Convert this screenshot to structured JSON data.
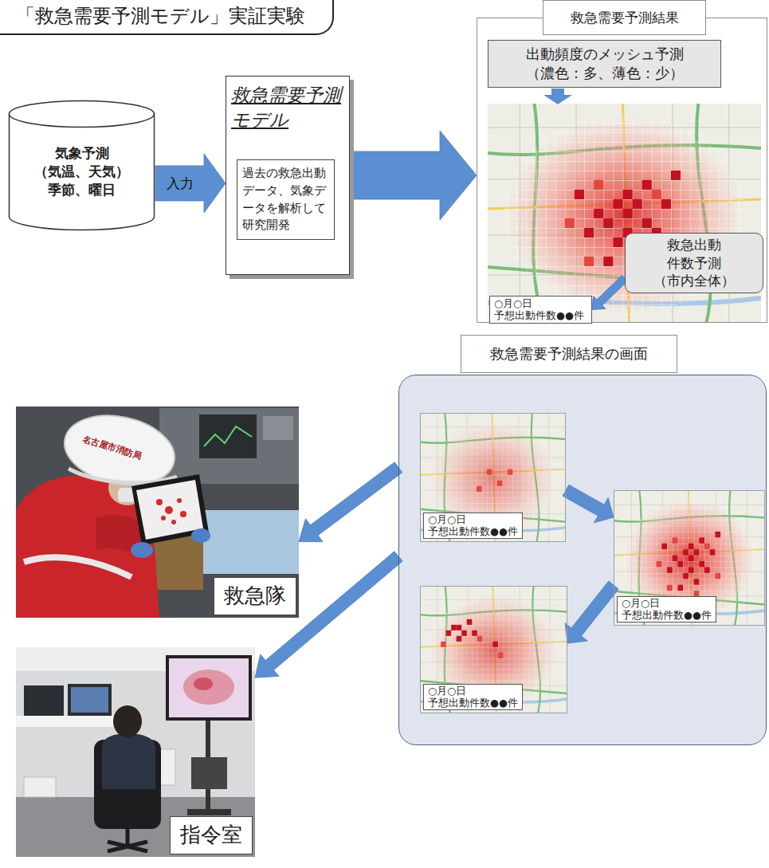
{
  "diagram": {
    "title": "「救急需要予測モデル」実証実験",
    "nodes": [
      {
        "text": [
          "気象予測 （気温、天気） 季節、曜日"
        ]
      },
      {
        "text": [
          "救急需要予測 モデル"
        ]
      },
      {
        "text": [
          "過去の救急出動 データ、気象デ ータを解析して 研究開発"
        ],
        "in": 1
      },
      {
        "text": [
          "救急需要予測結果"
        ]
      },
      {
        "text": [
          "出動頻度のメッシュ予測 （濃色：多、薄色：少）"
        ],
        "in": 3
      },
      {
        "text": [
          "救急出動 件数予測 （市内全体）"
        ],
        "in": 3
      },
      {
        "text": [
          "○月○日 予想出動件数●●件"
        ],
        "in": 3
      },
      {
        "text": [
          "救急需要予測結果の画面"
        ]
      },
      {
        "text": [
          "○月○日 予想出動件数●●件"
        ],
        "in": 7
      },
      {
        "text": [
          "○月○日 予想出動件数●●件"
        ],
        "in": 7
      },
      {
        "text": [
          "○月○日 予想出動件数●●件"
        ],
        "in": 7
      },
      {
        "text": [
          "救急隊"
        ]
      },
      {
        "text": [
          "指令室"
        ]
      }
    ],
    "edges": [
      {
        "from": 0,
        "to": 1,
        "label": "入力",
        "arrow": "to"
      },
      {
        "from": 1,
        "to": 3,
        "arrow": "to"
      },
      {
        "from": 5,
        "to": 6,
        "arrow": "to"
      },
      {
        "from": 8,
        "to": 9,
        "arrow": "to"
      },
      {
        "from": 9,
        "to": 10,
        "arrow": "to"
      },
      {
        "from": 7,
        "to": 11,
        "arrow": "to"
      },
      {
        "from": 7,
        "to": 12,
        "arrow": "to"
      }
    ],
    "labels": [
      "名古屋市消防局"
    ]
  }
}
